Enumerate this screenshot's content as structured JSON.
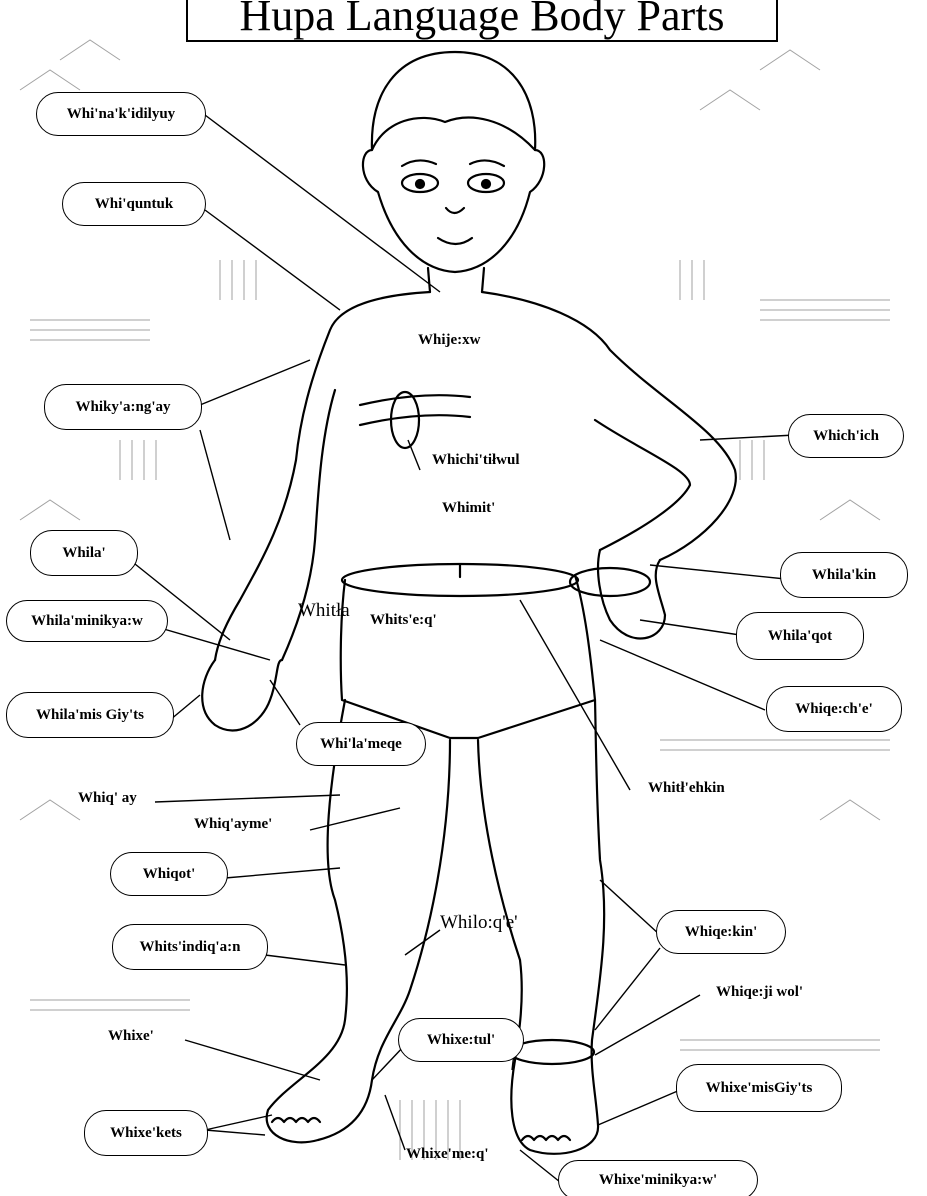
{
  "title": "Hupa Language Body Parts",
  "labels": {
    "crown": "Whi'na'k'idilyuy",
    "hair": "Whi'quntuk",
    "chest": "Whije:xw",
    "shoulder": "Whiky'a:ng'ay",
    "elbow": "Which'ich",
    "heart": "Whichi'tiłwul",
    "belly": "Whimit'",
    "upper_arm": "Whila'",
    "wrist": "Whila'kin",
    "lower_arm": "Whila'minikya:w",
    "waist": "Whitła",
    "navel": "Whits'e:q'",
    "fist": "Whila'qot",
    "hand": "Whila'mis Giy'ts",
    "hip": "Whiqe:ch'e'",
    "fingers": "Whi'la'meqe",
    "thigh_front": "Whiq' ay",
    "groin": "Whitł'ehkin",
    "thigh_upper": "Whiq'ayme'",
    "knee_back": "Whiqot'",
    "shin": "Whilo:q'e'",
    "calf": "Whits'indiq'a:n",
    "knee": "Whiqe:kin'",
    "ankle_ring": "Whiqe:ji wol'",
    "foot": "Whixe'",
    "ankle": "Whixe:tul'",
    "sole": "Whixe'misGiy'ts",
    "toes": "Whixe'kets",
    "toenail": "Whixe'me:q'",
    "heel": "Whixe'minikya:w'"
  }
}
